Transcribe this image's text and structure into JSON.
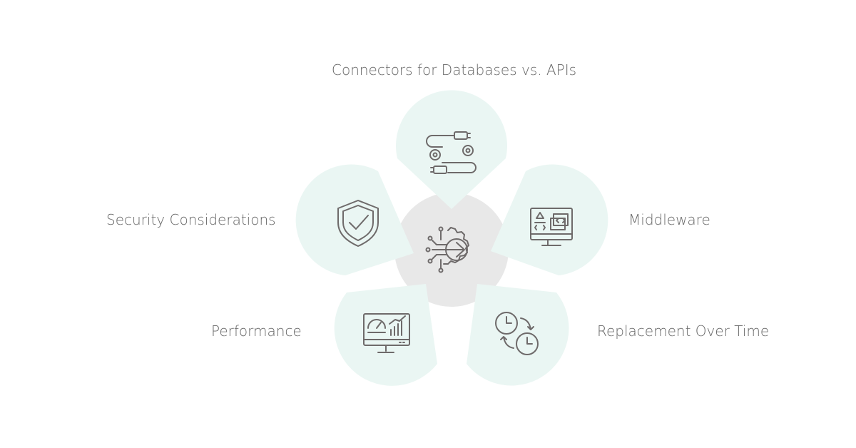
{
  "colors": {
    "petal_fill": "#eaf6f3",
    "hub_fill": "#e8e8e8",
    "icon_stroke": "#6e6a6a",
    "label_text": "#666666"
  },
  "hub": {
    "icon": "gear-arrow-circuit-icon"
  },
  "petals": [
    {
      "label": "Connectors for Databases vs. APIs",
      "icon": "cable-gears-icon"
    },
    {
      "label": "Security Considerations",
      "icon": "shield-check-icon"
    },
    {
      "label": "Middleware",
      "icon": "monitor-code-icon"
    },
    {
      "label": "Performance",
      "icon": "dashboard-monitor-icon"
    },
    {
      "label": "Replacement Over Time",
      "icon": "clocks-cycle-icon"
    }
  ]
}
